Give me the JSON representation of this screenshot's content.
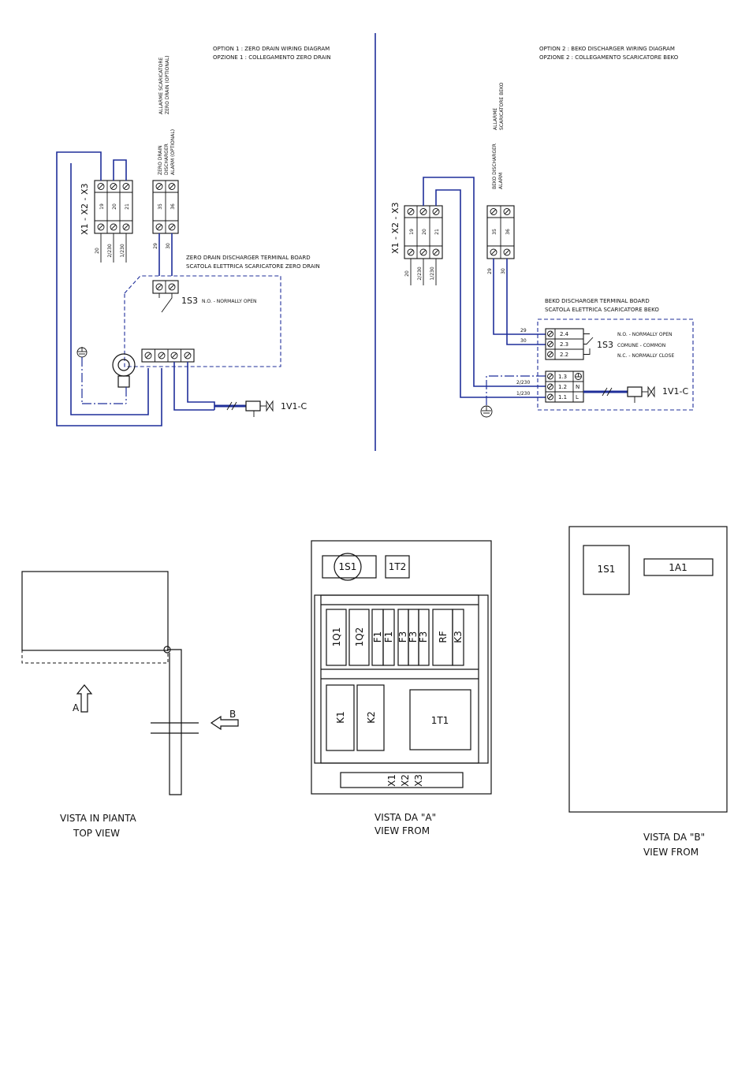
{
  "option1": {
    "title_en": "OPTION 1 : ZERO DRAIN WIRING DIAGRAM",
    "title_it": "OPZIONE 1 : COLLEGAMENTO ZERO DRAIN",
    "alarm_it_1": "ALLARME SCARICATORE",
    "alarm_it_2": "ZERO DRAIN (OPTIONAL)",
    "alarm_en_1": "ZERO DRAIN",
    "alarm_en_2": "DISCHARGER",
    "alarm_en_3": "ALARM (OPTIONAL)",
    "terminal_group": "X1 - X2 - X3",
    "terminals": [
      "19",
      "20",
      "21"
    ],
    "alarm_terminals": [
      "35",
      "36"
    ],
    "wires": [
      "20",
      "2/230",
      "1/230"
    ],
    "alarm_wires": [
      "29",
      "30"
    ],
    "board_en": "ZERO DRAIN DISCHARGER TERMINAL BOARD",
    "board_it": "SCATOLA ELETTRICA SCARICATORE ZERO DRAIN",
    "switch_tag": "1S3",
    "switch_text": "N.O. - NORMALLY OPEN",
    "valve_tag": "1V1-C"
  },
  "option2": {
    "title_en": "OPTION 2 : BEKO DISCHARGER WIRING DIAGRAM",
    "title_it": "OPZIONE 2 : COLLEGAMENTO SCARICATORE BEKO",
    "alarm_it_1": "ALLARME",
    "alarm_it_2": "SCARICATORE BEKO",
    "alarm_en_1": "BEKO DISCHARGER",
    "alarm_en_2": "ALARM",
    "terminal_group": "X1 - X2 - X3",
    "terminals": [
      "19",
      "20",
      "21"
    ],
    "alarm_terminals": [
      "35",
      "36"
    ],
    "wires": [
      "20",
      "2/230",
      "1/230"
    ],
    "alarm_wires": [
      "29",
      "30"
    ],
    "board_en": "BEKO DISCHARGER TERMINAL BOARD",
    "board_it": "SCATOLA ELETTRICA SCARICATORE BEKO",
    "contact_terminals": [
      "2.4",
      "2.3",
      "2.2"
    ],
    "contact_wires": [
      "29",
      "30"
    ],
    "switch_tag": "1S3",
    "contact_no": "N.O. - NORMALLY OPEN",
    "contact_com": "COMUNE - COMMON",
    "contact_nc": "N.C. - NORMALLY CLOSE",
    "power_terminals": [
      "1.3",
      "1.2",
      "1.1"
    ],
    "power_marks": [
      "N",
      "L"
    ],
    "power_wires": [
      "2/230",
      "1/230"
    ],
    "valve_tag": "1V1-C"
  },
  "top_view": {
    "arrow_a": "A",
    "arrow_b": "B",
    "caption_it": "VISTA IN PIANTA",
    "caption_en": "TOP VIEW"
  },
  "view_a": {
    "top": [
      "1S1",
      "1T2"
    ],
    "rail": [
      "1Q1",
      "1Q2",
      "F1",
      "F1",
      "F3",
      "F3",
      "F3",
      "RF",
      "K3"
    ],
    "lower": [
      "K1",
      "K2",
      "1T1"
    ],
    "strip": [
      "X1",
      "X2",
      "X3"
    ],
    "caption_it": "VISTA DA \"A\"",
    "caption_en": "VIEW FROM"
  },
  "view_b": {
    "items": [
      "1S1",
      "1A1"
    ],
    "caption_it": "VISTA DA \"B\"",
    "caption_en": "VIEW FROM"
  },
  "colors": {
    "wire": "#1f2f9a",
    "line": "#111111"
  }
}
